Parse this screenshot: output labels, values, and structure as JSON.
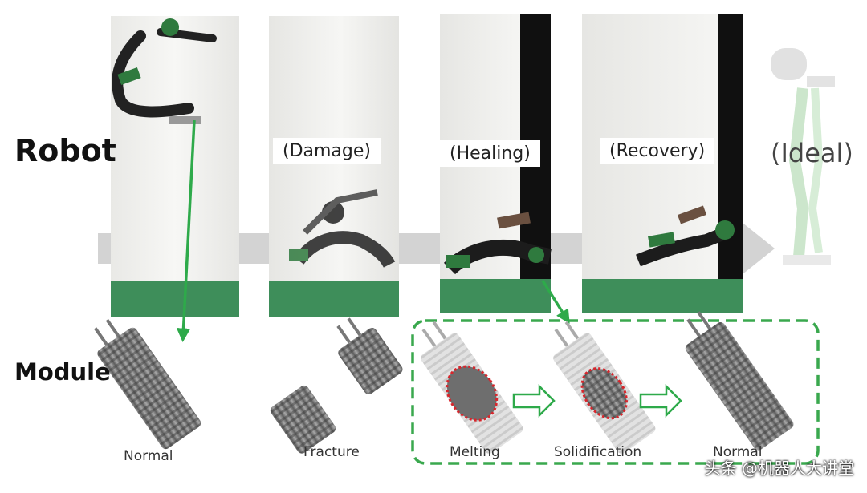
{
  "rows": {
    "robot": "Robot",
    "module": "Module"
  },
  "stages": {
    "damage": "(Damage)",
    "healing": "(Healing)",
    "recovery": "(Recovery)",
    "ideal": "(Ideal)"
  },
  "captions": {
    "normal_1": "Normal",
    "fracture": "Fracture",
    "melting": "Melting",
    "solidification": "Solidification",
    "normal_2": "Normal"
  },
  "watermark": "头条 @机器人大讲堂",
  "colors": {
    "arrow_green": "#2eaa4a",
    "dashed_box": "#3aa84e",
    "heal_ring": "#d8262c",
    "flow_bar": "#d3d3d3",
    "floor_green": "#3e8e5a"
  },
  "icons": [
    "green-connector-arrow",
    "hollow-green-step-arrow",
    "flow-bar-arrowhead"
  ]
}
